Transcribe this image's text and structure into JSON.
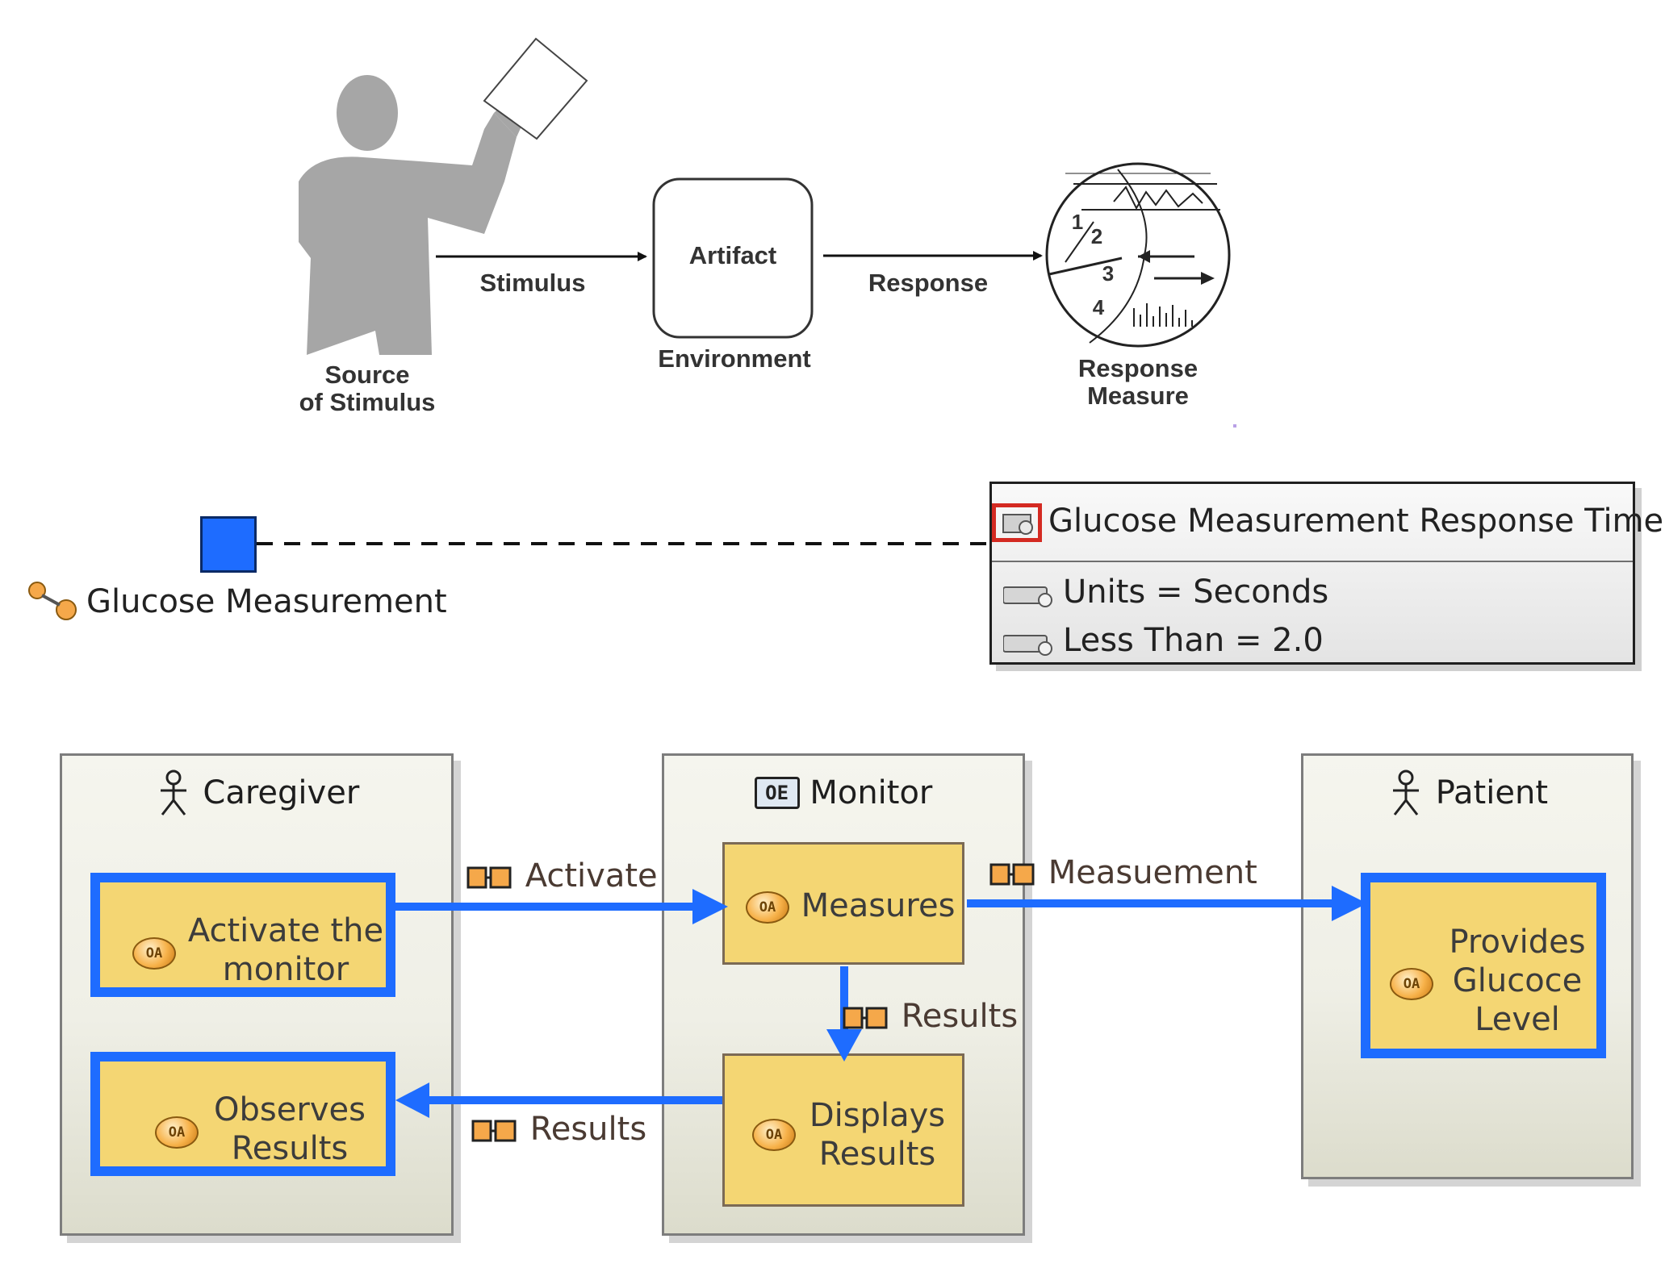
{
  "scenario": {
    "source_label": [
      "Source",
      "of Stimulus"
    ],
    "stimulus_label": "Stimulus",
    "artifact_label": "Artifact",
    "environment_label": "Environment",
    "response_label": "Response",
    "measure_label": [
      "Response",
      "Measure"
    ],
    "dial_numbers": [
      "1",
      "2",
      "3",
      "4"
    ]
  },
  "requirement": {
    "title": "Glucose Measurement Response Time",
    "rows": [
      "Units = Seconds",
      "Less Than = 2.0"
    ]
  },
  "scenario_item": {
    "label": "Glucose Measurement"
  },
  "swimlanes": {
    "caregiver": {
      "title": "Caregiver",
      "activities": [
        [
          "Activate the",
          "monitor"
        ],
        [
          "Observes",
          "Results"
        ]
      ]
    },
    "monitor": {
      "title": "Monitor",
      "activities": [
        [
          "Measures"
        ],
        [
          "Displays",
          "Results"
        ]
      ]
    },
    "patient": {
      "title": "Patient",
      "activities": [
        [
          "Provides",
          "Glucoce",
          "Level"
        ]
      ]
    }
  },
  "flows": {
    "activate": "Activate",
    "measurement": "Measuement",
    "results_down": "Results",
    "results_back": "Results"
  },
  "icon_text": {
    "activity_badge": "OA",
    "component_badge": "OE"
  },
  "colors": {
    "flow_blue": "#1e6cff",
    "activity_fill": "#f4d673",
    "requirement_red": "#d42a22",
    "figure_gray": "#a6a6a6"
  }
}
